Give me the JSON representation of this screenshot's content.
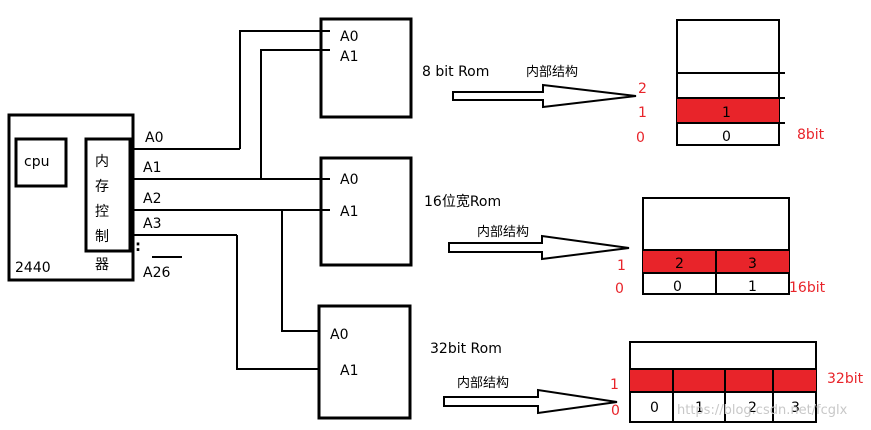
{
  "colors": {
    "line": "#000000",
    "accent": "#e8242a",
    "watermark": "#c8c8c8"
  },
  "soc": {
    "cpu": "cpu",
    "controller_chars": [
      "内",
      "存",
      "控",
      "制",
      "器"
    ],
    "chip": "2440",
    "ellipsis": ":"
  },
  "address_lines": [
    "A0",
    "A1",
    "A2",
    "A3",
    "A26"
  ],
  "roms": [
    {
      "pins": [
        "A0",
        "A1"
      ],
      "title": "8 bit Rom",
      "arrow_label": "内部结构",
      "row_labels": [
        "2",
        "1",
        "0"
      ],
      "filled_row": [
        "1"
      ],
      "bottom_row": [
        "0"
      ],
      "width_label": "8bit"
    },
    {
      "pins": [
        "A0",
        "A1"
      ],
      "title": "16位宽Rom",
      "arrow_label": "内部结构",
      "row_labels": [
        "1",
        "0"
      ],
      "filled_row": [
        "2",
        "3"
      ],
      "bottom_row": [
        "0",
        "1"
      ],
      "width_label": "16bit"
    },
    {
      "pins": [
        "A0",
        "A1"
      ],
      "title": "32bit Rom",
      "arrow_label": "内部结构",
      "row_labels": [
        "1",
        "0"
      ],
      "filled_row": [
        "",
        "",
        "",
        ""
      ],
      "bottom_row": [
        "0",
        "1",
        "2",
        "3"
      ],
      "width_label": "32bit"
    }
  ],
  "watermark": "https://blog.csdn.net/fcglx"
}
